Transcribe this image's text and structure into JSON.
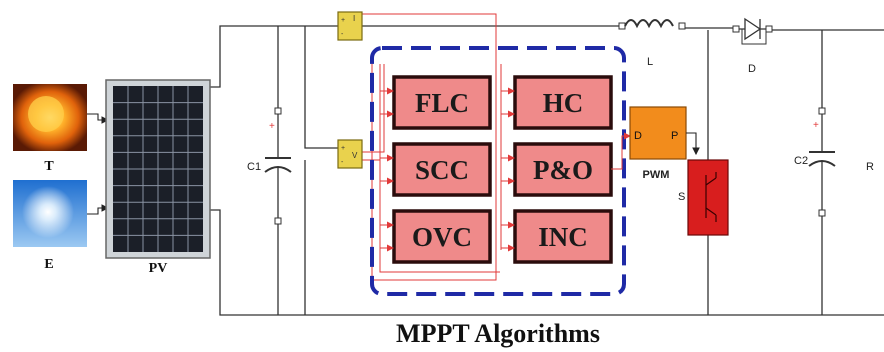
{
  "inputs": {
    "temperature_label": "T",
    "irradiance_label": "E"
  },
  "pv": {
    "label": "PV"
  },
  "capacitor1": {
    "label": "C1"
  },
  "inductor": {
    "label": "L"
  },
  "diode": {
    "label": "D"
  },
  "capacitor2": {
    "label": "C2"
  },
  "load": {
    "label": "R"
  },
  "current_sensor": {
    "label": "I"
  },
  "voltage_sensor": {
    "label": "V"
  },
  "algorithms": {
    "blocks": [
      "FLC",
      "HC",
      "SCC",
      "P&O",
      "OVC",
      "INC"
    ],
    "caption": "MPPT Algorithms"
  },
  "pwm": {
    "label": "PWM",
    "in_port": "D",
    "out_port": "P"
  },
  "switch": {
    "label": "S"
  },
  "colors": {
    "block_fill": "#ef8a8a",
    "block_border": "#2a0c0c",
    "dashed_frame": "#1f2aa6",
    "pwm_fill": "#f28c1c",
    "switch_fill": "#d81e1e",
    "sensor_fill": "#e9d24d",
    "signal_wire": "#e23a3a",
    "circuit_wire": "#333333"
  }
}
